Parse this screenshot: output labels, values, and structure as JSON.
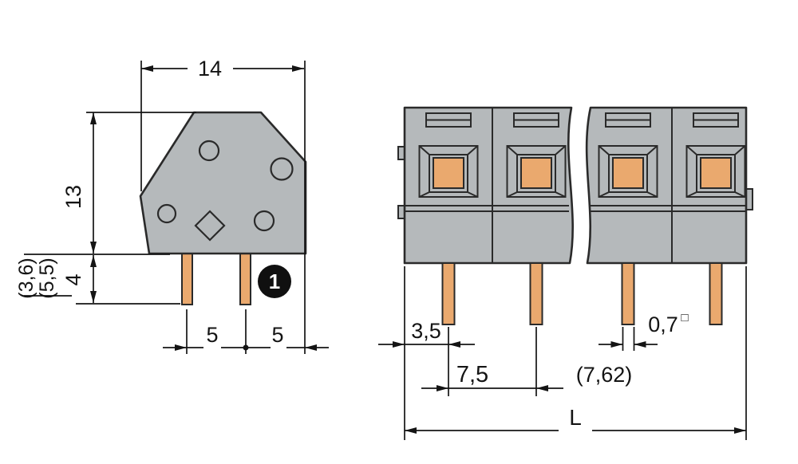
{
  "colors": {
    "bg": "#ffffff",
    "body": "#b5b9bb",
    "pin": "#eaa96e",
    "line": "#2a2a2a",
    "dim": "#141414",
    "markerBg": "#101010",
    "markerFg": "#ffffff"
  },
  "side": {
    "dim_width_top": "14",
    "dim_height": "13",
    "dim_pin_length": "4",
    "dim_alt_a": "(3,6)",
    "dim_alt_b": "(5,5)",
    "dim_pitch_a": "5",
    "dim_pitch_b": "5",
    "marker": "1"
  },
  "front": {
    "dim_offset": "3,5",
    "dim_pitch": "7,5",
    "dim_pitch_alt": "(7,62)",
    "dim_pin": "0,7",
    "dim_pin_sup": "□",
    "dim_length": "L"
  }
}
